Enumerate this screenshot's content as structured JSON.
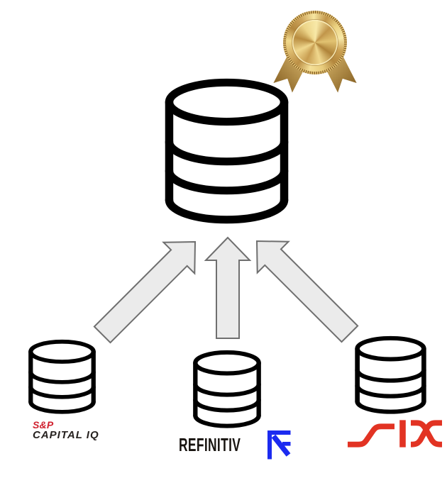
{
  "page": {
    "background": "#ffffff"
  },
  "diagram": {
    "type": "data-aggregation-flow",
    "target": {
      "name": "master database",
      "icon": "database-icon",
      "award": {
        "icon": "gold-medal-rosette-icon",
        "colors": {
          "gold_light": "#f7e8a8",
          "gold_mid": "#d2a75a",
          "gold_dark": "#8f6b2e"
        }
      }
    },
    "arrows": {
      "direction": "up",
      "count": 3,
      "fill": "#ebebeb",
      "stroke": "#6f6f6f"
    },
    "sources": [
      {
        "name": "S&P Capital IQ",
        "icon": "database-icon",
        "logo": {
          "line1": "S&P",
          "line2": "CAPITAL IQ",
          "line1_color": "#d0202e",
          "line2_color": "#26211f"
        }
      },
      {
        "name": "Refinitiv",
        "icon": "database-icon",
        "logo": {
          "text": "REFINITIV",
          "text_color": "#17130f",
          "mark": "refinitiv-flag-icon",
          "mark_color": "#1c2bf0"
        }
      },
      {
        "name": "SIX",
        "icon": "database-icon",
        "logo": {
          "text": "SIX",
          "mark": "six-wordmark-icon",
          "color": "#e23323"
        }
      }
    ],
    "database_stroke_color": "#000000"
  }
}
